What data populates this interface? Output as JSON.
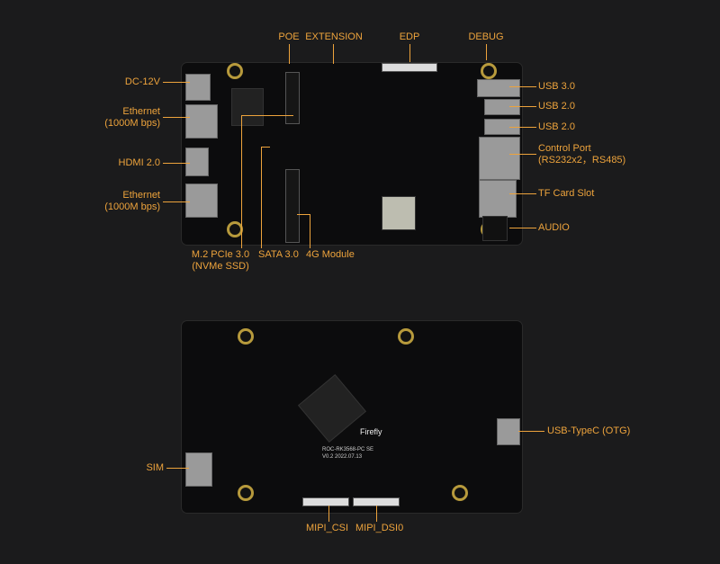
{
  "top_labels": {
    "poe": "POE",
    "extension": "EXTENSION",
    "edp": "EDP",
    "debug": "DEBUG"
  },
  "left_labels": {
    "dc": "DC-12V",
    "eth1_l1": "Ethernet",
    "eth1_l2": "(1000M bps)",
    "hdmi": "HDMI 2.0",
    "eth2_l1": "Ethernet",
    "eth2_l2": "(1000M bps)"
  },
  "bottom_labels": {
    "m2_l1": "M.2 PCIe 3.0",
    "m2_l2": "(NVMe SSD)",
    "sata": "SATA 3.0",
    "module4g": "4G Module"
  },
  "right_labels": {
    "usb3": "USB 3.0",
    "usb2a": "USB 2.0",
    "usb2b": "USB 2.0",
    "ctrl_l1": "Control Port",
    "ctrl_l2": "(RS232x2，RS485)",
    "tf": "TF Card Slot",
    "audio": "AUDIO"
  },
  "back_labels": {
    "sim": "SIM",
    "typec": "USB-TypeC (OTG)",
    "csi": "MIPI_CSI",
    "dsi": "MIPI_DSI0"
  },
  "board_markings": {
    "model": "ROC-RK3568-PC SE",
    "brand": "Firefly",
    "version": "V0.2 2022.07.13"
  },
  "colors": {
    "label": "#eda33c",
    "background": "#1b1b1c"
  }
}
